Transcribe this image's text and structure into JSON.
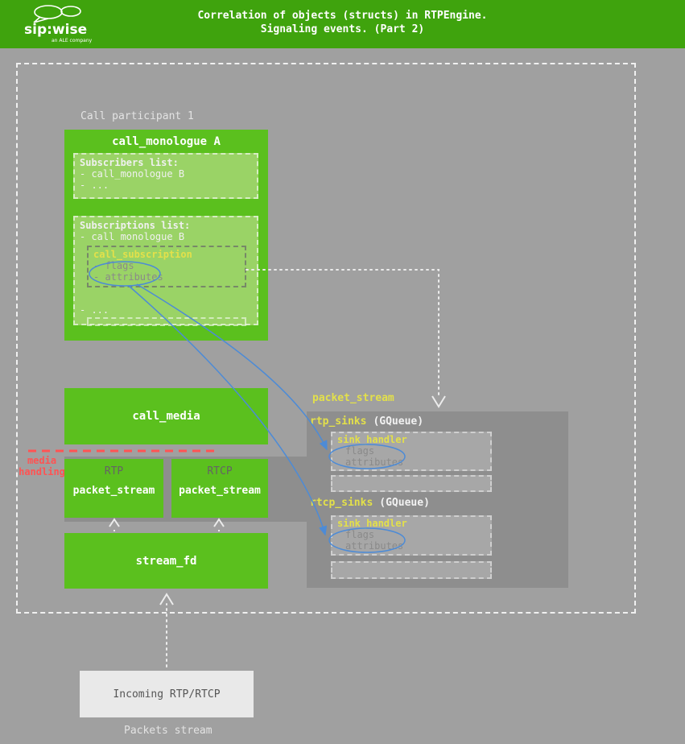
{
  "header": {
    "title_line1": "Correlation of objects (structs) in RTPEngine.",
    "title_line2": "Signaling events. (Part 2)",
    "logo": {
      "text": "sip:wise",
      "subtext": "an ALE company"
    }
  },
  "diagram": {
    "call_participant_label": "Call participant 1",
    "monologue": {
      "title": "call_monologue A",
      "subscribers": {
        "title": "Subscribers list:",
        "item1": "- call_monologue B",
        "item2": "- ..."
      },
      "subscriptions": {
        "title": "Subscriptions list:",
        "item1": "- call monologue B",
        "call_subscription": {
          "title": "call_subscription",
          "line1": "- flags",
          "line2": "- attributes"
        },
        "item2": "- ..."
      }
    },
    "call_media_title": "call_media",
    "media_handling": {
      "line1": "media",
      "line2": "handling"
    },
    "rtp": {
      "label": "RTP",
      "title": "packet_stream"
    },
    "rtcp": {
      "label": "RTCP",
      "title": "packet_stream"
    },
    "stream_fd_title": "stream_fd",
    "incoming_title": "Incoming RTP/RTCP",
    "packets_stream_label": "Packets stream",
    "packet_stream": {
      "label": "packet_stream",
      "rtp_sinks_name": "rtp_sinks",
      "rtp_sinks_type": "(GQueue)",
      "rtcp_sinks_name": "rtcp_sinks",
      "rtcp_sinks_type": "(GQueue)",
      "rtp_handler": {
        "title": "sink_handler",
        "line1": "flags",
        "line2": "attributes"
      },
      "rtcp_handler": {
        "title": "sink_handler",
        "line1": "flags",
        "line2": "attributes"
      }
    }
  },
  "colors": {
    "header_green": "#3fa30d",
    "background_gray": "#a0a0a0",
    "box_green": "#5bc01e",
    "box_light_green": "#9ad366",
    "box_gray": "#8e8e8e",
    "box_inner_gray": "#a7a7a7",
    "accent_yellow": "#e3e04a",
    "accent_red": "#ff5353",
    "accent_blue": "#4d8bd6",
    "incoming_box_bg": "#e9e9e9"
  }
}
